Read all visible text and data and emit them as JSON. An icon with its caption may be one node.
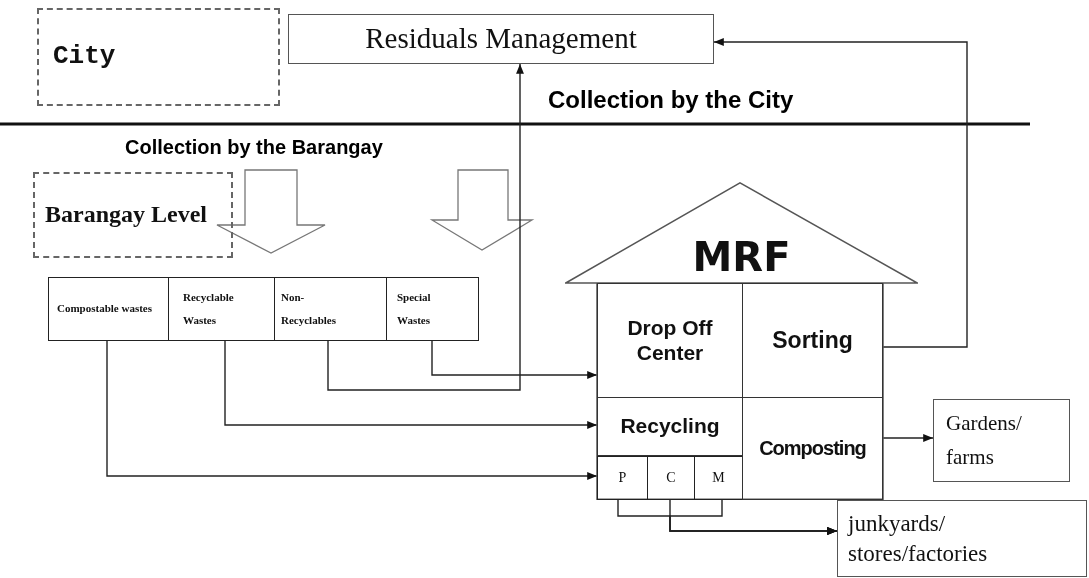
{
  "diagram": {
    "nodes": [
      {
        "text": [
          "City"
        ]
      },
      {
        "text": [
          "Residuals Management"
        ]
      },
      {
        "text": [
          "Barangay Level"
        ]
      },
      {
        "text": [
          "Compostable wastes"
        ]
      },
      {
        "text": [
          "Recyclable Wastes"
        ]
      },
      {
        "text": [
          "Non-Recyclables"
        ]
      },
      {
        "text": [
          "Special Wastes"
        ]
      },
      {
        "text": [
          "MRF"
        ]
      },
      {
        "text": [
          "Drop Off Center"
        ],
        "in": 7
      },
      {
        "text": [
          "Sorting"
        ],
        "in": 7
      },
      {
        "text": [
          "Recycling"
        ],
        "in": 7
      },
      {
        "text": [
          "P"
        ],
        "in": 7
      },
      {
        "text": [
          "C"
        ],
        "in": 7
      },
      {
        "text": [
          "M"
        ],
        "in": 7
      },
      {
        "text": [
          "Composting"
        ],
        "in": 7
      },
      {
        "text": [
          "Gardens/ farms"
        ]
      },
      {
        "text": [
          "junkyards/ stores/factories"
        ]
      }
    ],
    "edges": [
      {
        "from": 6,
        "to": 8,
        "arrow": "to"
      },
      {
        "from": 5,
        "to": 1,
        "arrow": "to"
      },
      {
        "from": 4,
        "to": 10,
        "arrow": "to"
      },
      {
        "from": 3,
        "to": 11,
        "arrow": "to"
      },
      {
        "from": 9,
        "to": 1,
        "arrow": "to"
      },
      {
        "from": 14,
        "to": 15,
        "arrow": "to"
      },
      {
        "from": 11,
        "to": 16,
        "arrow": "to"
      },
      {
        "from": 12,
        "to": 16,
        "arrow": "to"
      },
      {
        "from": 13,
        "to": 16,
        "arrow": "to"
      }
    ],
    "labels": [
      "Collection by the City",
      "Collection by the Barangay"
    ]
  }
}
